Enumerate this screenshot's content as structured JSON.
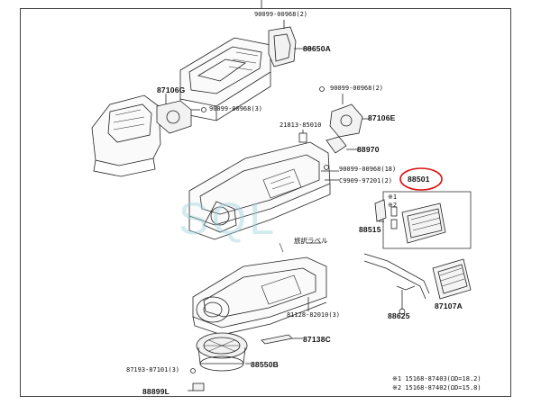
{
  "labels": {
    "bolt_top": "90099-00968(2)",
    "n88650A": "88650A",
    "n87106G": "87106G",
    "bolt_left": "90099-00968(3)",
    "bolt_right_top": "90099-00968(2)",
    "n87106E": "87106E",
    "n21813": "21813-85010",
    "n88970": "88970",
    "bolt_mid": "90099-00968(18)",
    "n93909": "C9909-97201(2)",
    "n88501": "88501",
    "mark1": "※1",
    "mark2": "※2",
    "n88515": "88515",
    "tag_jp": "旅訳ラベル",
    "n88625": "88625",
    "n87107A": "87107A",
    "n81128": "81128-82010(3)",
    "n87138C": "87138C",
    "n87193": "87193-87101(3)",
    "n88550B": "88550B",
    "n88899L": "88899L"
  },
  "notes": {
    "line1": "※1  15168-87403(ΩD=18.2)",
    "line2": "※2  15168-87402(ΩD=15.8)"
  },
  "watermark": "SQL"
}
